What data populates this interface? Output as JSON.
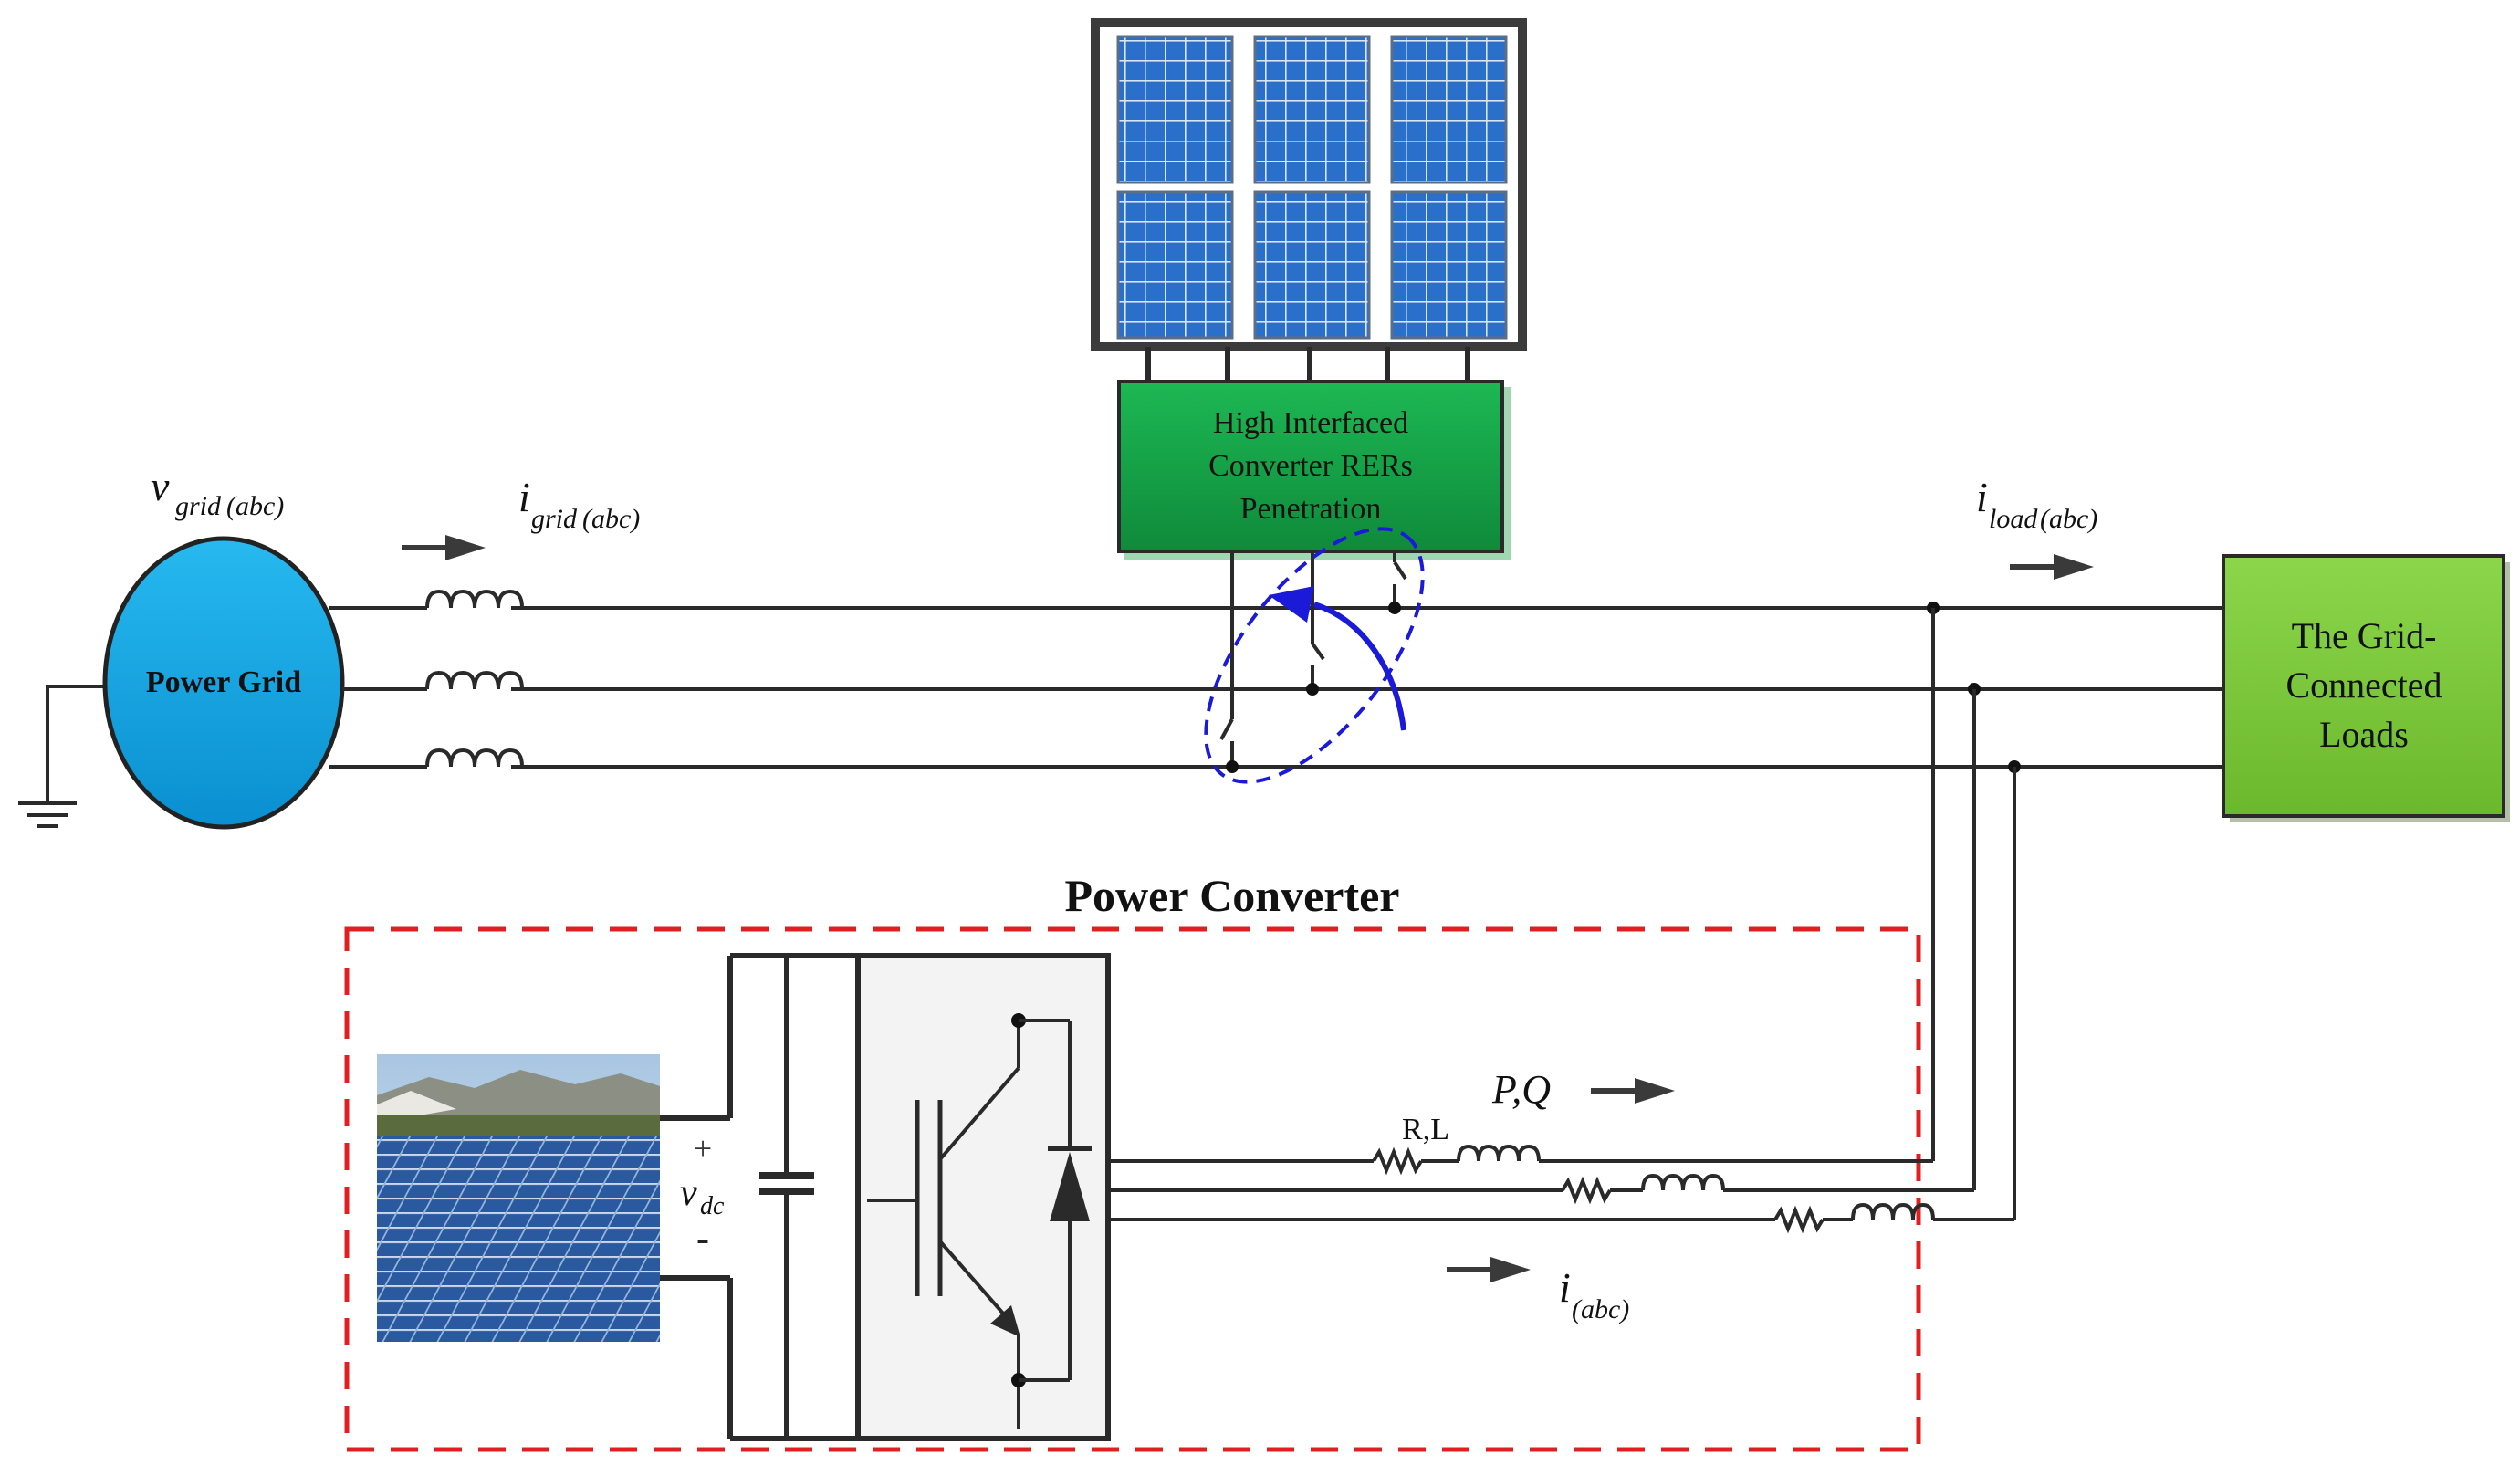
{
  "power_grid": {
    "label": "Power Grid",
    "fill_color": "#1ba9e6"
  },
  "rer_converter": {
    "line1": "High Interfaced",
    "line2": "Converter RERs",
    "line3": "Penetration",
    "fill_color": "#169c45"
  },
  "loads": {
    "line1": "The Grid-",
    "line2": "Connected",
    "line3": "Loads",
    "fill_color": "#7fcc3a"
  },
  "converter": {
    "title": "Power Converter",
    "border_color": "#e02020"
  },
  "labels": {
    "v_grid": {
      "base": "v",
      "sub": "grid",
      "paren": "(abc)"
    },
    "i_grid": {
      "base": "i",
      "sub": "grid",
      "paren": "(abc)"
    },
    "i_load": {
      "base": "i",
      "sub": "load",
      "paren": "(abc)"
    },
    "i_conv": {
      "base": "i",
      "paren": "(abc)"
    },
    "pq": "P,Q",
    "rl": "R,L",
    "vdc_base": "v",
    "vdc_sub": "dc",
    "plus": "+",
    "minus": "-"
  },
  "icons": {
    "solar_panel": "solar-panel-array-icon",
    "solar_farm": "solar-farm-photo-icon",
    "ground": "ground-icon",
    "igbt": "igbt-transistor-icon",
    "diode": "diode-icon",
    "capacitor": "capacitor-icon"
  },
  "colors": {
    "switch_indicator": "#1a1ad8",
    "panel_cell": "#2a6fc9"
  }
}
